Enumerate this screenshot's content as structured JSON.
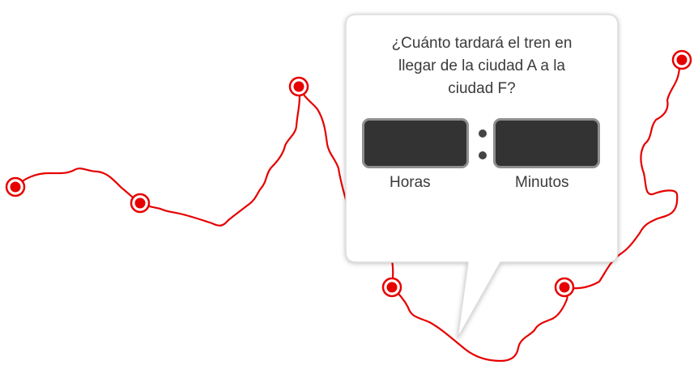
{
  "question": {
    "line1": "¿Cuánto tardará el tren en",
    "line2": "llegar de la ciudad A a la",
    "line3": "ciudad F?"
  },
  "answer": {
    "hours_value": "",
    "minutes_value": "",
    "hours_label": "Horas",
    "minutes_label": "Minutos"
  },
  "map": {
    "route_color": "#e60000",
    "stations": [
      "station",
      "station",
      "station",
      "station",
      "station",
      "station"
    ]
  }
}
